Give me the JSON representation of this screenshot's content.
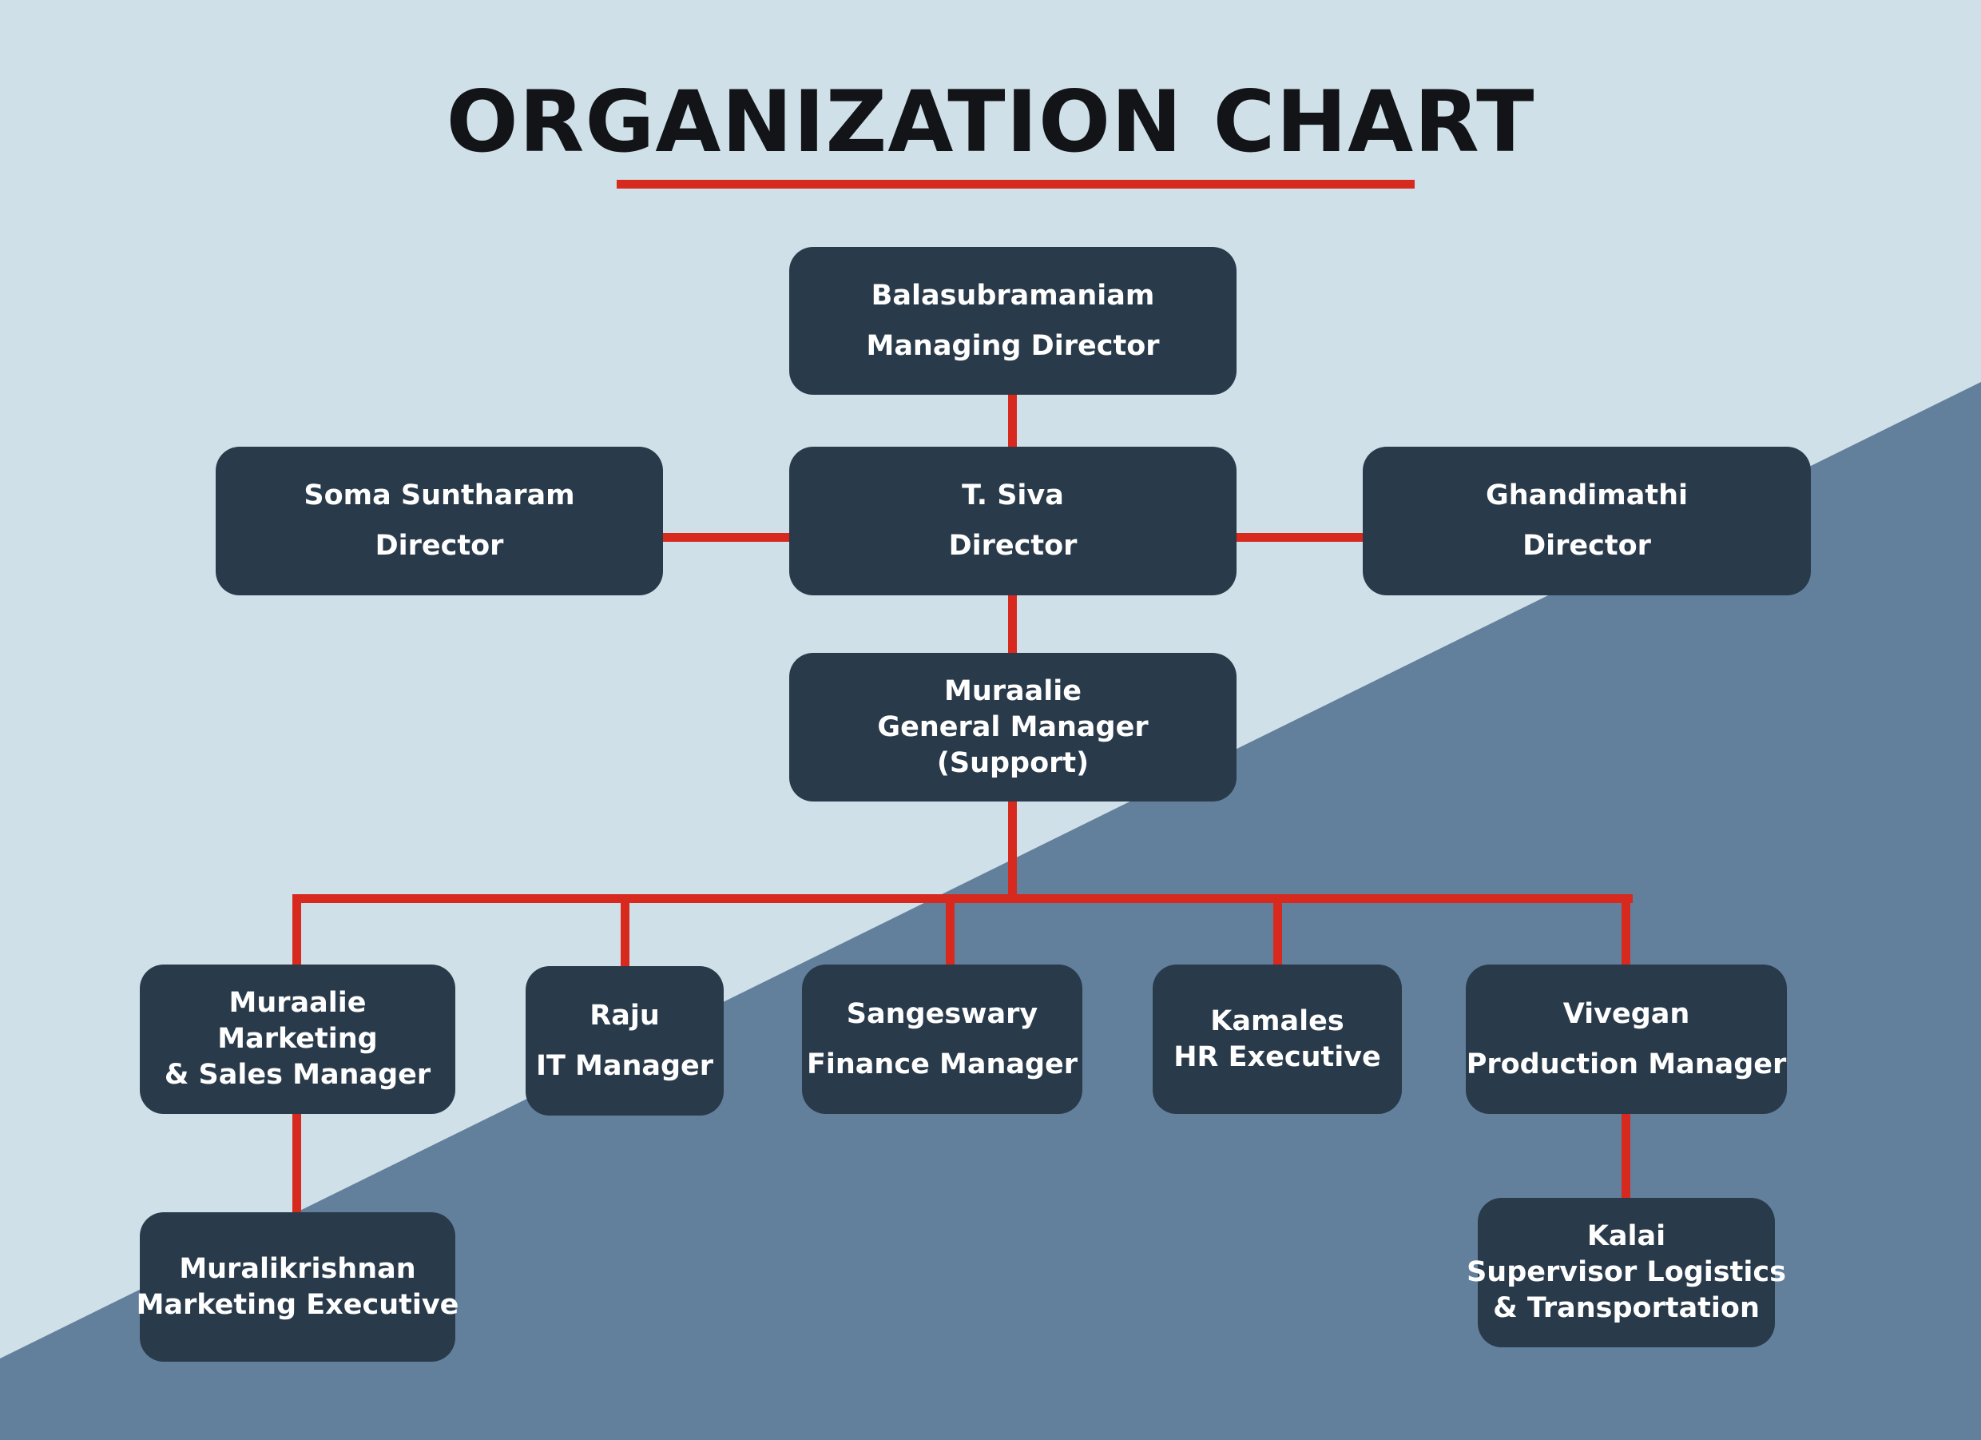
{
  "title": "ORGANIZATION CHART",
  "colors": {
    "background_light": "#cfe0e8",
    "background_dark": "#62809c",
    "box_fill": "#293a4a",
    "connector": "#d8291f",
    "title_text": "#121417",
    "box_text": "#ffffff"
  },
  "nodes": {
    "managing_director": {
      "lines": [
        "Balasubramaniam",
        "Managing Director"
      ]
    },
    "director_left": {
      "lines": [
        "Soma Suntharam",
        "Director"
      ]
    },
    "director_center": {
      "lines": [
        "T. Siva",
        "Director"
      ]
    },
    "director_right": {
      "lines": [
        "Ghandimathi",
        "Director"
      ]
    },
    "general_manager": {
      "lines": [
        "Muraalie",
        "General Manager",
        "(Support)"
      ]
    },
    "marketing_manager": {
      "lines": [
        "Muraalie",
        "Marketing",
        "& Sales Manager"
      ]
    },
    "it_manager": {
      "lines": [
        "Raju",
        "IT Manager"
      ]
    },
    "finance_manager": {
      "lines": [
        "Sangeswary",
        "Finance Manager"
      ]
    },
    "hr_executive": {
      "lines": [
        "Kamales",
        "HR Executive"
      ]
    },
    "production_manager": {
      "lines": [
        "Vivegan",
        "Production Manager"
      ]
    },
    "marketing_executive": {
      "lines": [
        "Muralikrishnan",
        "Marketing Executive"
      ]
    },
    "logistics_supervisor": {
      "lines": [
        "Kalai",
        "Supervisor Logistics",
        "& Transportation"
      ]
    }
  }
}
